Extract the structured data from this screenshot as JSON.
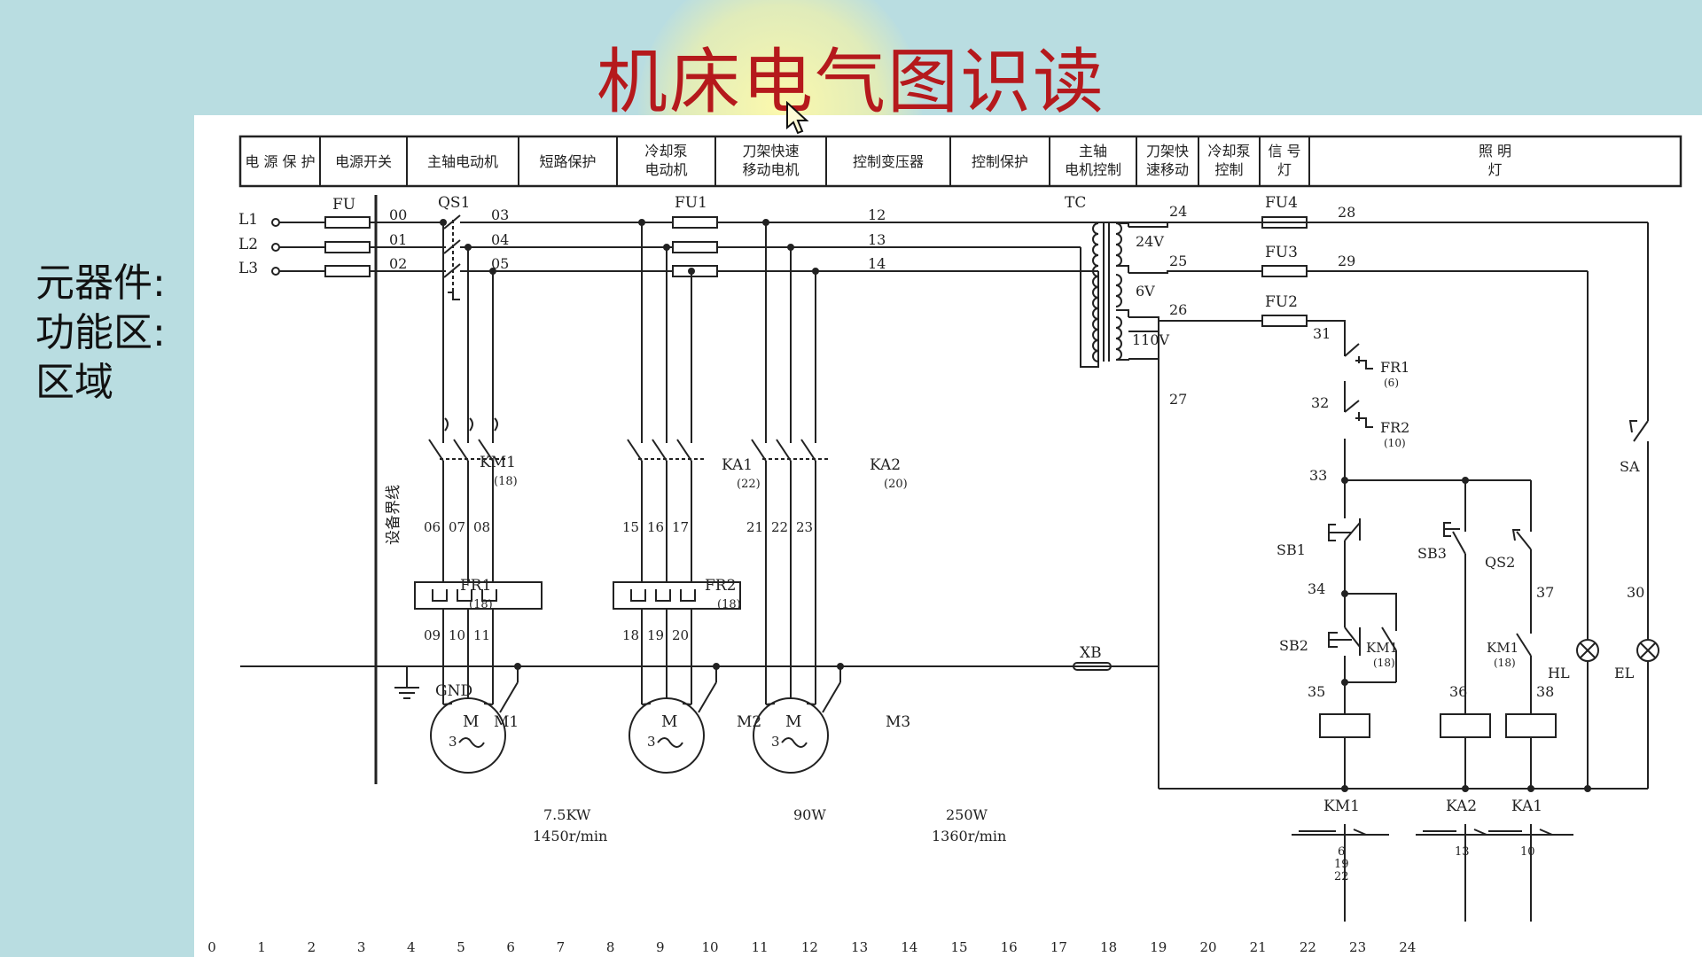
{
  "title": "机床电气图识读",
  "notes": [
    "元器件:",
    "功能区:",
    "区域"
  ],
  "header_cells": [
    [
      "电 源 保 护"
    ],
    [
      "电源开关"
    ],
    [
      "主轴电动机"
    ],
    [
      "短路保护"
    ],
    [
      "冷却泵",
      "电动机"
    ],
    [
      "刀架快速",
      "移动电机"
    ],
    [
      "控制变压器"
    ],
    [
      "控制保护"
    ],
    [
      "主轴",
      "电机控制"
    ],
    [
      "刀架快",
      "速移动"
    ],
    [
      "冷却泵",
      "控制"
    ],
    [
      "信 号",
      "灯"
    ],
    [
      "照 明",
      "灯"
    ]
  ],
  "columns": [
    "0",
    "1",
    "2",
    "3",
    "4",
    "5",
    "6",
    "7",
    "8",
    "9",
    "10",
    "11",
    "12",
    "13",
    "14",
    "15",
    "16",
    "17",
    "18",
    "19",
    "20",
    "21",
    "22",
    "23",
    "24"
  ],
  "lines": [
    "L1",
    "L2",
    "L3"
  ],
  "components": {
    "fu": "FU",
    "qs1": "QS1",
    "fu1": "FU1",
    "tc": "TC",
    "fu4": "FU4",
    "fu3": "FU3",
    "fu2": "FU2",
    "v24": "24V",
    "v6": "6V",
    "v110": "110V",
    "km1": "KM1",
    "km1_ref": "(18)",
    "ka1": "KA1",
    "ka1_ref": "(22)",
    "ka2": "KA2",
    "ka2_ref": "(20)",
    "fr1": "FR1",
    "fr1_ref": "(18)",
    "fr2": "FR2",
    "fr2_ref": "(18)",
    "m1": "M1",
    "m2": "M2",
    "m3": "M3",
    "motor_m": "M",
    "motor_3": "3",
    "m1_spec1": "7.5KW",
    "m1_spec2": "1450r/min",
    "m2_spec1": "90W",
    "m3_spec1": "250W",
    "m3_spec2": "1360r/min",
    "gnd": "GND",
    "xb": "XB",
    "boundary": "设备界线",
    "fr1c": "FR1",
    "fr1c_ref": "(6)",
    "fr2c": "FR2",
    "fr2c_ref": "(10)",
    "sb1": "SB1",
    "sb2": "SB2",
    "sb3": "SB3",
    "qs2": "QS2",
    "sa": "SA",
    "km1c": "KM1",
    "km1c_ref": "(18)",
    "km1d": "KM1",
    "km1d_ref": "(18)",
    "hl": "HL",
    "el": "EL",
    "coil_km1": "KM1",
    "coil_ka2": "KA2",
    "coil_ka1": "KA1",
    "km1_cross": [
      "6",
      "19",
      "22"
    ],
    "ka2_cross": [
      "13"
    ],
    "ka1_cross": [
      "10"
    ]
  },
  "wire_numbers": {
    "w00": "00",
    "w01": "01",
    "w02": "02",
    "w03": "03",
    "w04": "04",
    "w05": "05",
    "w12": "12",
    "w13": "13",
    "w14": "14",
    "w24": "24",
    "w25": "25",
    "w26": "26",
    "w27": "27",
    "w28": "28",
    "w29": "29",
    "w31": "31",
    "w32": "32",
    "w33": "33",
    "w34": "34",
    "w35": "35",
    "w36": "36",
    "w37": "37",
    "w38": "38",
    "w30": "30",
    "w06": "06",
    "w07": "07",
    "w08": "08",
    "w09": "09",
    "w10": "10",
    "w11": "11",
    "w15": "15",
    "w16": "16",
    "w17": "17",
    "w18": "18",
    "w19": "19",
    "w20": "20",
    "w21": "21",
    "w22": "22",
    "w23": "23"
  },
  "colors": {
    "background": "#b9dde1",
    "title": "#b5191c",
    "highlight": "#fff7a8",
    "panel": "#ffffff",
    "ink": "#222222"
  }
}
